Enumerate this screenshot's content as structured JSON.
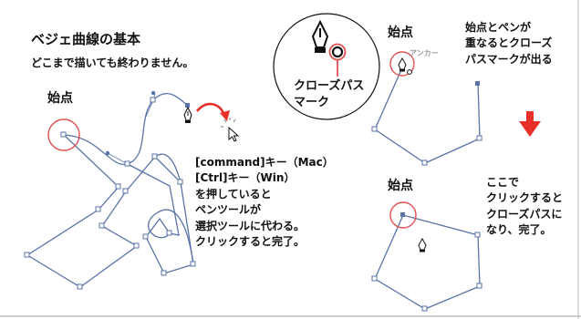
{
  "header": {
    "title": "ベジェ曲線の基本",
    "subtitle": "どこまで描いても終わりません。"
  },
  "labels": {
    "start_point_a": "始点",
    "start_point_b": "始点",
    "start_point_c": "始点",
    "anchor": "アンカー",
    "close_path_mark": [
      "クローズパス",
      "マーク"
    ]
  },
  "notes": {
    "overlap": [
      "始点とペンが",
      "重なるとクローズ",
      "パスマークが出る"
    ],
    "click_here": [
      "ここで",
      "クリックすると",
      "クローズパスに",
      "なり、完了。"
    ],
    "modifier": [
      "[command]キー（Mac）",
      "[Ctrl]キー（Win）",
      "を押していると",
      "ペンツールが",
      "選択ツールに代わる。",
      "クリックすると完了。"
    ]
  },
  "colors": {
    "path": "#5a73a8",
    "highlight": "#e05050",
    "arrow": "#e8302a",
    "text": "#111111",
    "anchor_label": "#9a9a9a"
  },
  "icons": [
    "pen-tool-icon",
    "pen-close-icon",
    "selection-arrow-icon",
    "down-arrow-icon",
    "curved-arrow-icon"
  ]
}
